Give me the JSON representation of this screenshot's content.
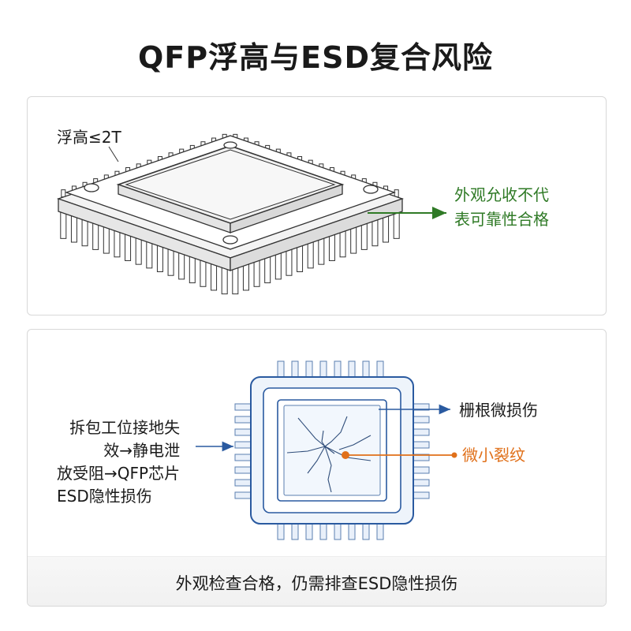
{
  "title": "QFP浮高与ESD复合风险",
  "top_panel": {
    "float_label": "浮高≤2T",
    "green_label_line1": "外观允收不代",
    "green_label_line2": "表可靠性合格",
    "green_color": "#2f7a26"
  },
  "bottom_panel": {
    "left_line1": "拆包工位接地失",
    "left_line2": "效→静电泄",
    "left_line3": "放受阻→QFP芯片",
    "left_line4": "ESD隐性损伤",
    "gate_damage_label": "栅根微损伤",
    "crack_label": "微小裂纹",
    "footer": "外观检查合格，仍需排查ESD隐性损伤",
    "blue_color": "#2a5aa0",
    "orange_color": "#e0701a"
  }
}
